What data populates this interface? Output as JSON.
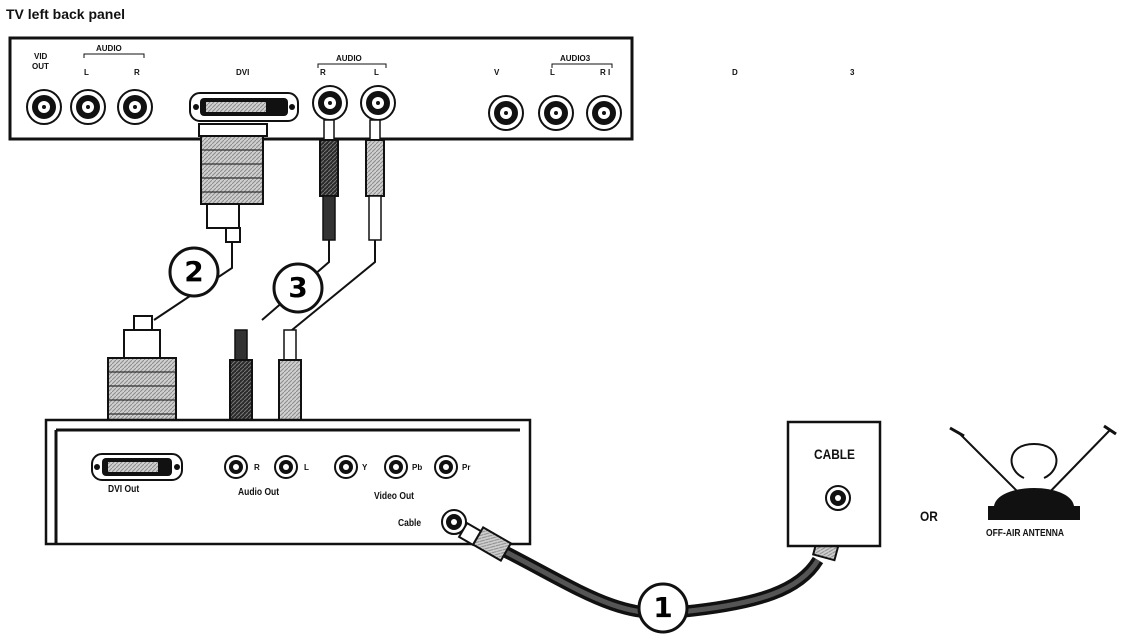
{
  "title": "TV left back panel",
  "tv_panel": {
    "vid_out_label": "VID OUT",
    "vid_label": "VID",
    "out_label": "OUT",
    "audio1_label": "AUDIO",
    "audio1_l": "L",
    "audio1_r": "R",
    "dvi_label": "DVI",
    "audio2_label": "AUDIO",
    "audio2_r": "R",
    "audio2_l": "L",
    "v_label": "V",
    "audio3_label": "AUDIO3",
    "audio3_l": "L",
    "audio3_r": "R I",
    "extra_d": "D",
    "extra_3": "3"
  },
  "box_panel": {
    "dvi_out": "DVI Out",
    "r": "R",
    "l": "L",
    "audio_out": "Audio Out",
    "y": "Y",
    "pb": "Pb",
    "pr": "Pr",
    "video_out": "Video Out",
    "cable": "Cable"
  },
  "wall": {
    "cable_label": "CABLE",
    "or_label": "OR",
    "antenna_label": "OFF-AIR ANTENNA"
  },
  "callouts": [
    "1",
    "2",
    "3"
  ],
  "colors": {
    "ink": "#111111",
    "paper": "#ffffff",
    "gray": "#bdbdbd"
  }
}
